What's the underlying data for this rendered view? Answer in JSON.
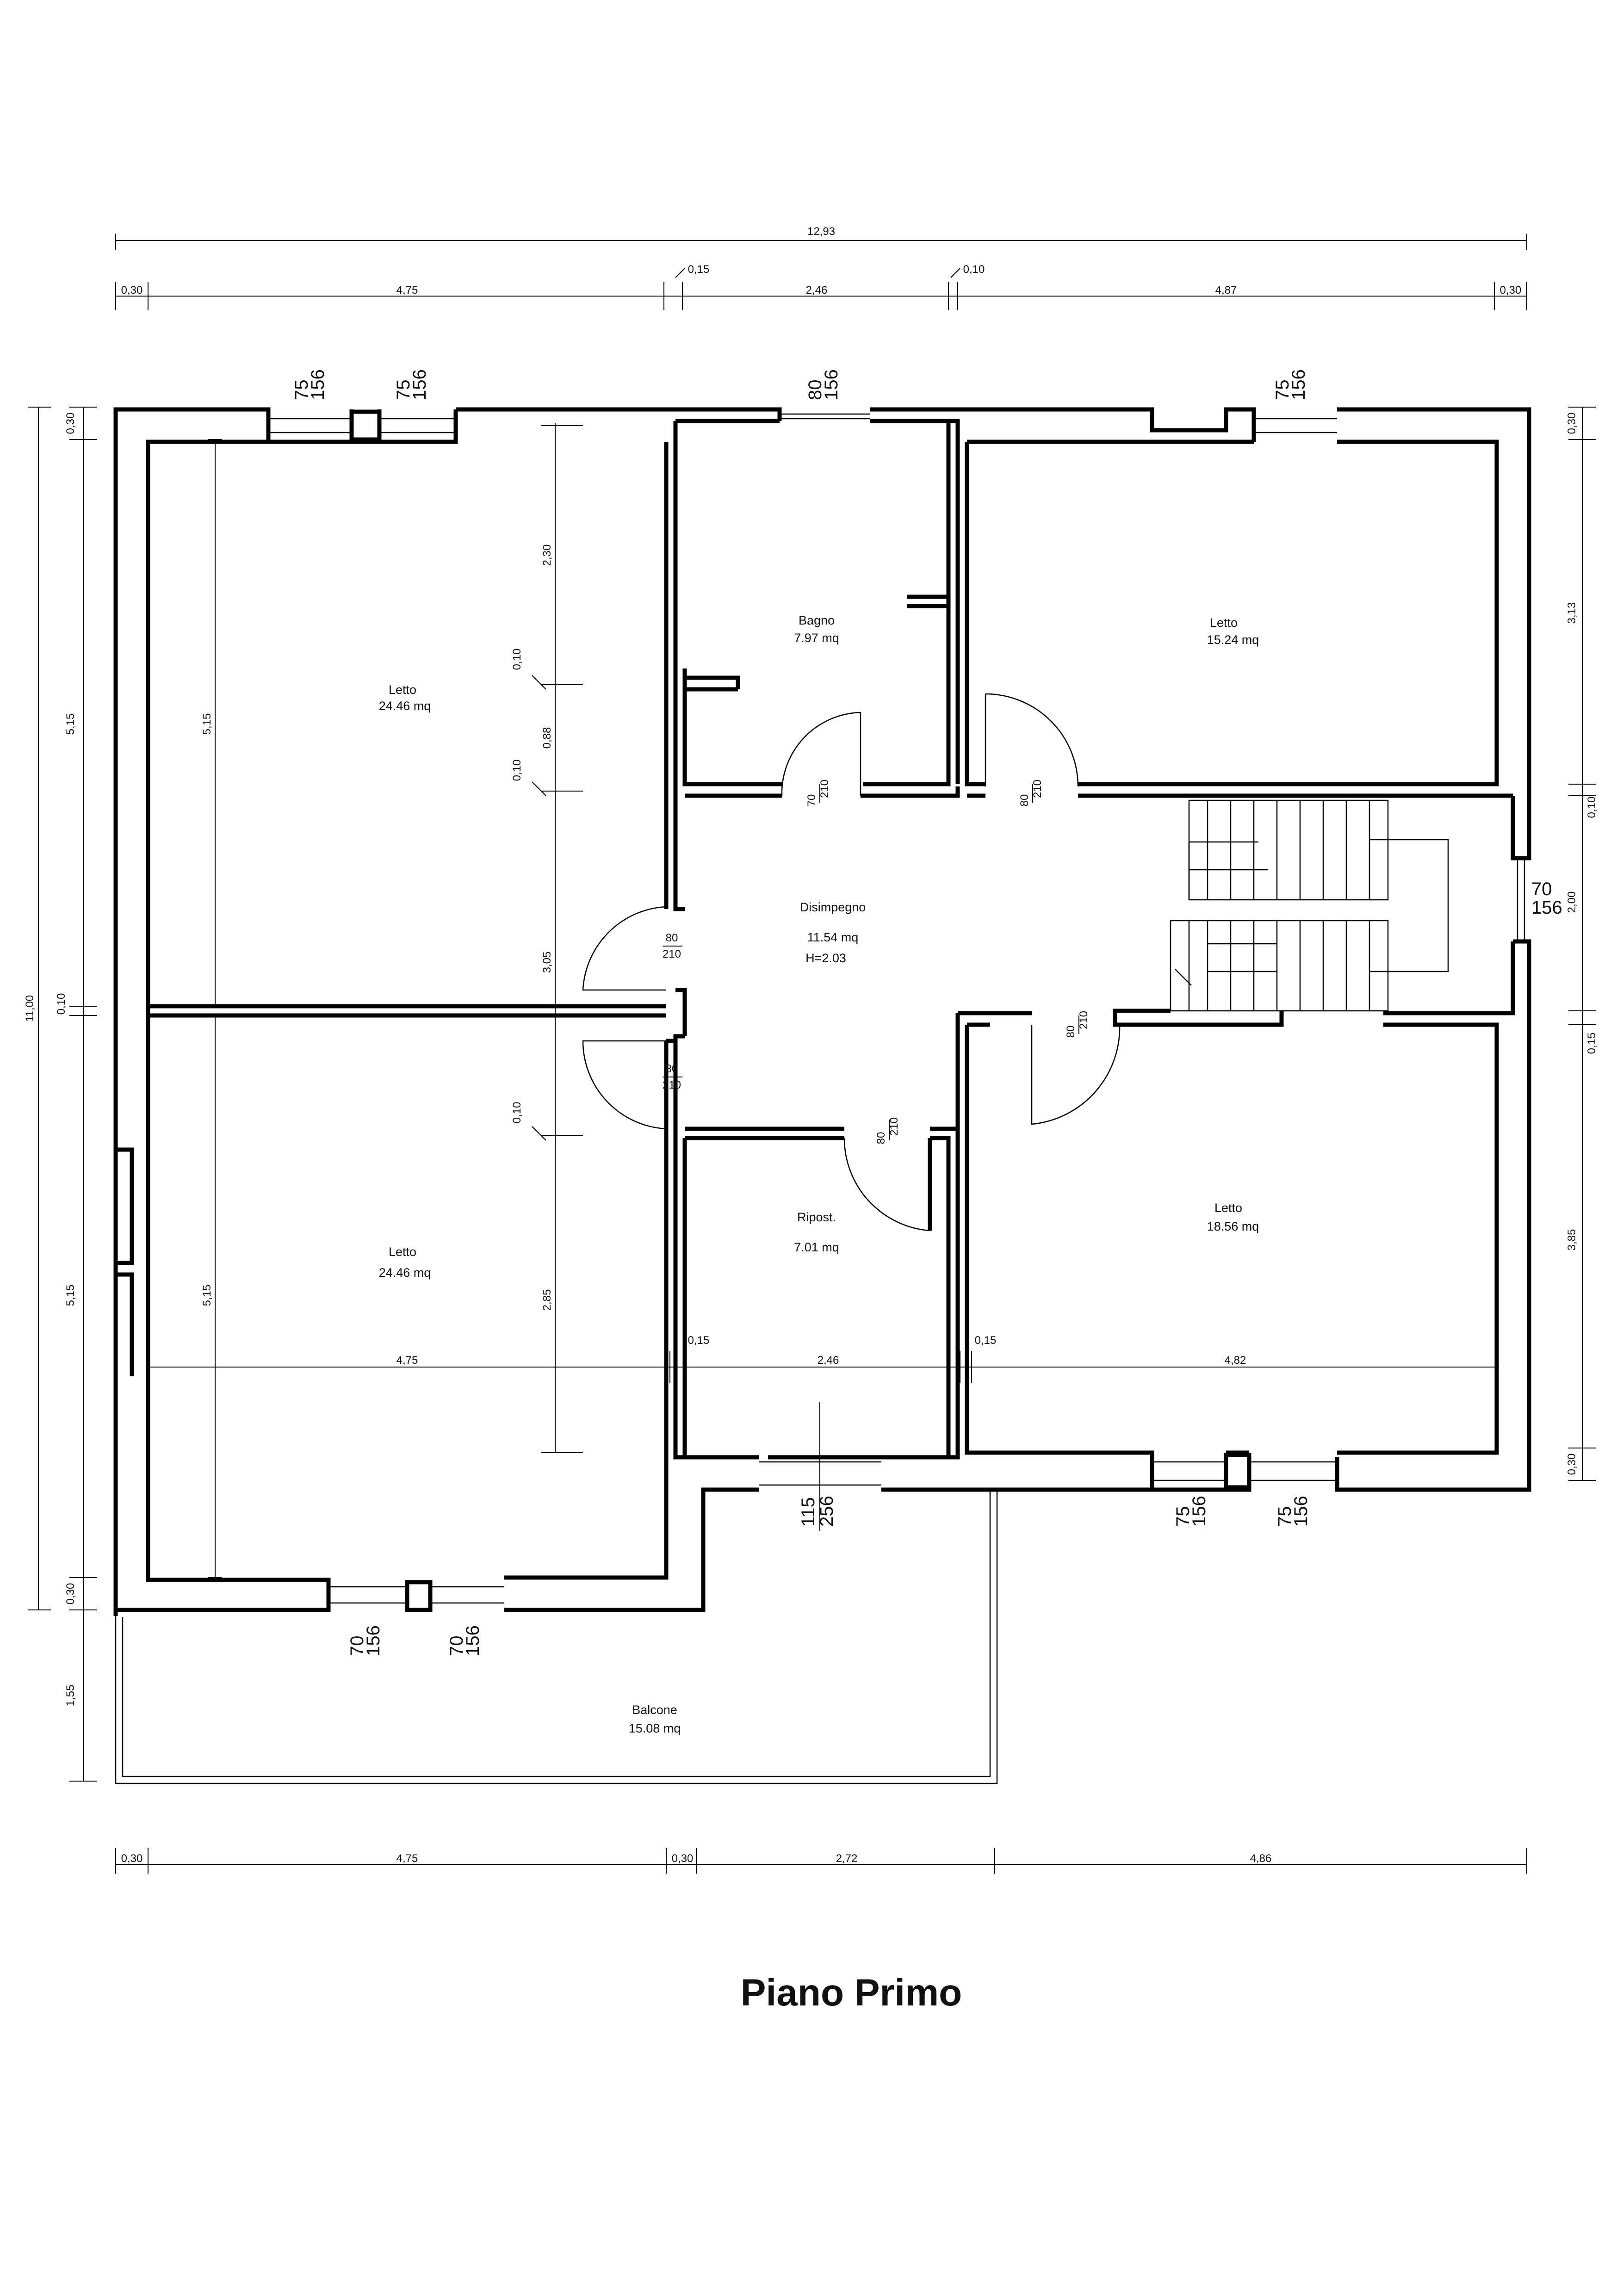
{
  "title": "Piano Primo",
  "rooms": [
    {
      "name": "Letto",
      "area": "24.46 mq"
    },
    {
      "name": "Bagno",
      "area": "7.97 mq"
    },
    {
      "name": "Letto",
      "area": "15.24 mq"
    },
    {
      "name": "Disimpegno",
      "area": "11.54 mq",
      "extra": "H=2.03"
    },
    {
      "name": "Letto",
      "area": "24.46 mq"
    },
    {
      "name": "Ripost.",
      "area": "7.01 mq"
    },
    {
      "name": "Letto",
      "area": "18.56 mq"
    },
    {
      "name": "Balcone",
      "area": "15.08 mq"
    }
  ],
  "dims": {
    "overall_top": "12,93",
    "top": [
      "0,30",
      "4,75",
      "0,15",
      "2,46",
      "0,10",
      "4,87",
      "0,30"
    ],
    "bottom": [
      "0,30",
      "4,75",
      "0,30",
      "2,72",
      "4,86"
    ],
    "left": [
      "0,30",
      "5,15",
      "0,10",
      "5,15",
      "0,30",
      "1,55"
    ],
    "left_total": "11,00",
    "right": [
      "0,30",
      "3,13",
      "0,10",
      "2,00",
      "0,15",
      "3,85",
      "0,30"
    ],
    "inner": [
      "5,15",
      "5,15",
      "2,30",
      "0,10",
      "0,88",
      "0,10",
      "3,05",
      "0,10",
      "2,85",
      "4,75",
      "0,15",
      "2,46",
      "0,15",
      "4,82"
    ]
  },
  "windows": [
    {
      "w": "75",
      "h": "156"
    },
    {
      "w": "75",
      "h": "156"
    },
    {
      "w": "80",
      "h": "156"
    },
    {
      "w": "75",
      "h": "156"
    },
    {
      "w": "70",
      "h": "156"
    },
    {
      "w": "115",
      "h": "256"
    },
    {
      "w": "75",
      "h": "156"
    },
    {
      "w": "75",
      "h": "156"
    },
    {
      "w": "70",
      "h": "156"
    },
    {
      "w": "70",
      "h": "156"
    }
  ],
  "doors": [
    {
      "w": "70",
      "h": "210"
    },
    {
      "w": "80",
      "h": "210"
    },
    {
      "w": "80",
      "h": "210"
    },
    {
      "w": "80",
      "h": "210"
    },
    {
      "w": "80",
      "h": "210"
    },
    {
      "w": "80",
      "h": "210"
    }
  ]
}
